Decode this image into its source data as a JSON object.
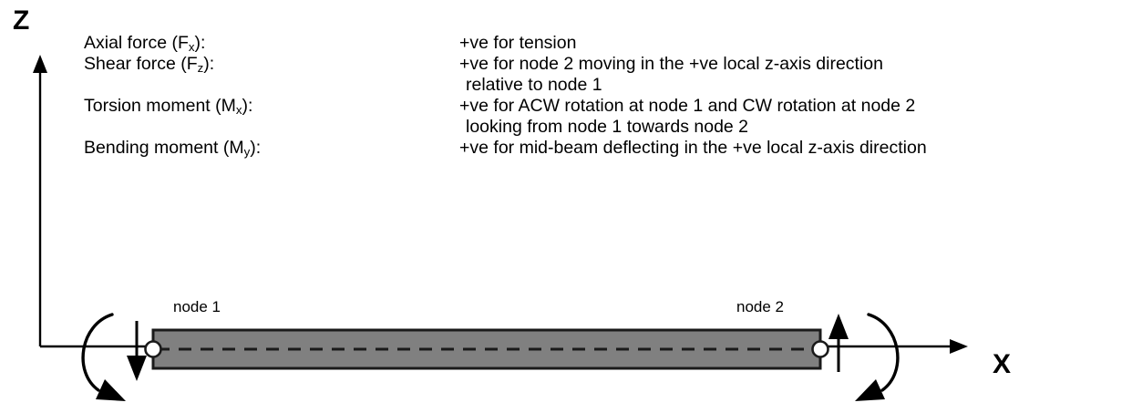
{
  "axes": {
    "z_label": "Z",
    "x_label": "X"
  },
  "conventions": [
    {
      "term_text": "Axial force (F",
      "term_sub": "x",
      "term_tail": "):",
      "lines": [
        {
          "text": "+ve for tension",
          "indented": false
        }
      ]
    },
    {
      "term_text": "Shear force (F",
      "term_sub": "z",
      "term_tail": "):",
      "lines": [
        {
          "text": "+ve for node 2 moving in the +ve local z-axis direction",
          "indented": false
        },
        {
          "text": "relative to node 1",
          "indented": true
        }
      ]
    },
    {
      "term_text": "Torsion moment (M",
      "term_sub": "x",
      "term_tail": "):",
      "lines": [
        {
          "text": "+ve for ACW rotation at node 1 and CW rotation at node 2",
          "indented": false
        },
        {
          "text": "looking from node 1 towards node 2",
          "indented": true
        }
      ]
    },
    {
      "term_text": "Bending moment (M",
      "term_sub": "y",
      "term_tail": "):",
      "lines": [
        {
          "text": "+ve for mid-beam deflecting in the +ve local z-axis direction",
          "indented": false
        }
      ]
    }
  ],
  "beam": {
    "node1_label": "node 1",
    "node2_label": "node 2"
  },
  "colors": {
    "beam_fill": "#808080",
    "beam_stroke": "#1a1a1a",
    "centerline": "#1a1a1a",
    "node_marker_fill": "#ffffff",
    "axis_line": "#000000",
    "arrow": "#000000",
    "text": "#000000",
    "background": "#ffffff"
  }
}
